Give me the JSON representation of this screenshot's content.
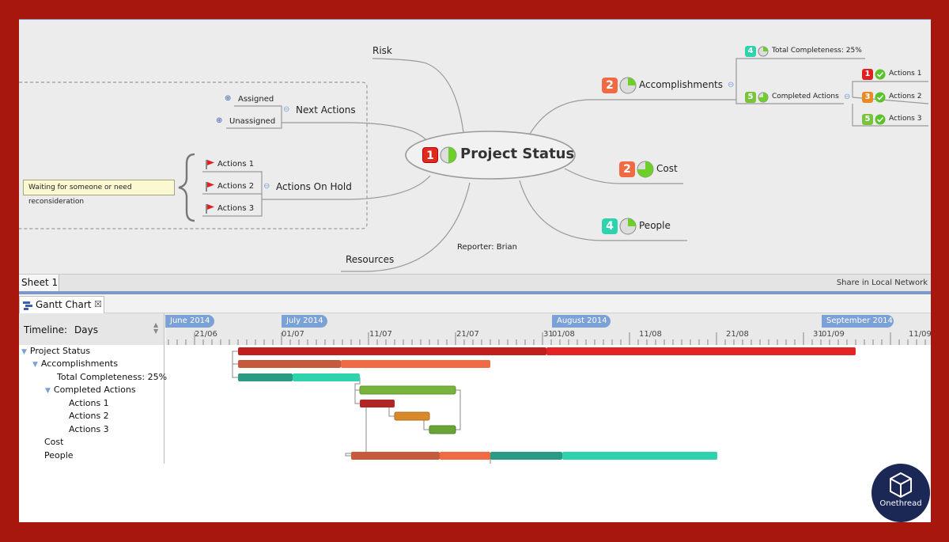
{
  "mindmap": {
    "central": {
      "label": "Project Status",
      "badge": "1"
    },
    "risk": "Risk",
    "resources": "Resources",
    "reporter": "Reporter: Brian",
    "next_actions": {
      "label": "Next Actions",
      "assigned": "Assigned",
      "unassigned": "Unassigned"
    },
    "actions_on_hold": {
      "label": "Actions On Hold",
      "items": [
        "Actions 1",
        "Actions 2",
        "Actions 3"
      ],
      "note": "Waiting for someone or need reconsideration"
    },
    "accomplishments": {
      "label": "Accomplishments",
      "badge": "2",
      "total": {
        "badge": "4",
        "label": "Total Completeness: 25%"
      },
      "completed": {
        "badge": "5",
        "label": "Completed Actions"
      },
      "actions": [
        {
          "badge": "1",
          "label": "Actions 1"
        },
        {
          "badge": "3",
          "label": "Actions 2"
        },
        {
          "badge": "5",
          "label": "Actions 3"
        }
      ]
    },
    "cost": {
      "label": "Cost",
      "badge": "2"
    },
    "people": {
      "label": "People",
      "badge": "4"
    }
  },
  "tabs": {
    "sheet": "Sheet 1",
    "share": "Share in Local Network"
  },
  "gantt": {
    "tab": "Gantt Chart",
    "close": "☒",
    "timeline_label": "Timeline:",
    "timeline_value": "Days",
    "months": [
      "June 2014",
      "July 2014",
      "August 2014",
      "September 2014"
    ],
    "days": [
      "21/06",
      "01/07",
      "11/07",
      "21/07",
      "31",
      "01/08",
      "11/08",
      "21/08",
      "31",
      "01/09",
      "11/09"
    ],
    "tasks": [
      "Project Status",
      "Accomplishments",
      "Total Completeness: 25%",
      "Completed Actions",
      "Actions 1",
      "Actions 2",
      "Actions 3",
      "Cost",
      "People"
    ]
  },
  "colors": {
    "red": "#e02020",
    "orange": "#f06b43",
    "teal": "#2ed3ad",
    "green": "#78b43c",
    "amber": "#e88a25",
    "accent": "#7ba2d6"
  },
  "logo": {
    "name": "Onethread"
  }
}
